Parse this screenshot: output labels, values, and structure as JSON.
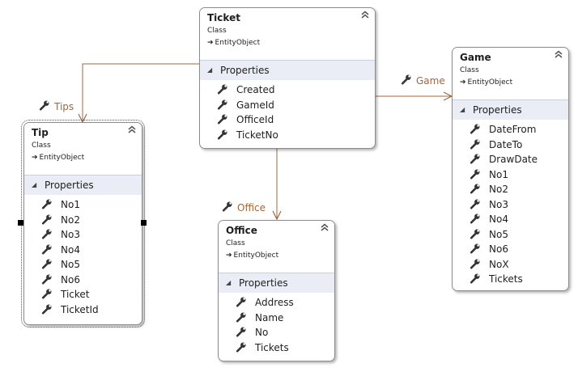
{
  "classes": {
    "ticket": {
      "name": "Ticket",
      "stereotype": "Class",
      "base": "EntityObject",
      "compartment": "Properties",
      "properties": [
        "Created",
        "GameId",
        "OfficeId",
        "TicketNo"
      ]
    },
    "game": {
      "name": "Game",
      "stereotype": "Class",
      "base": "EntityObject",
      "compartment": "Properties",
      "properties": [
        "DateFrom",
        "DateTo",
        "DrawDate",
        "No1",
        "No2",
        "No3",
        "No4",
        "No5",
        "No6",
        "NoX",
        "Tickets"
      ]
    },
    "tip": {
      "name": "Tip",
      "stereotype": "Class",
      "base": "EntityObject",
      "compartment": "Properties",
      "properties": [
        "No1",
        "No2",
        "No3",
        "No4",
        "No5",
        "No6",
        "Ticket",
        "TicketId"
      ]
    },
    "office": {
      "name": "Office",
      "stereotype": "Class",
      "base": "EntityObject",
      "compartment": "Properties",
      "properties": [
        "Address",
        "Name",
        "No",
        "Tickets"
      ]
    }
  },
  "associations": {
    "tips": "Tips",
    "game": "Game",
    "office": "Office"
  },
  "colors": {
    "connector": "#a0673e",
    "compartment_bg": "#eaedf5",
    "border": "#8c8c8c"
  },
  "icons": {
    "property": "wrench-icon",
    "collapse": "double-chevron-up-icon",
    "expand_triangle": "triangle-down-icon",
    "inherit_arrow": "right-arrow-icon"
  }
}
